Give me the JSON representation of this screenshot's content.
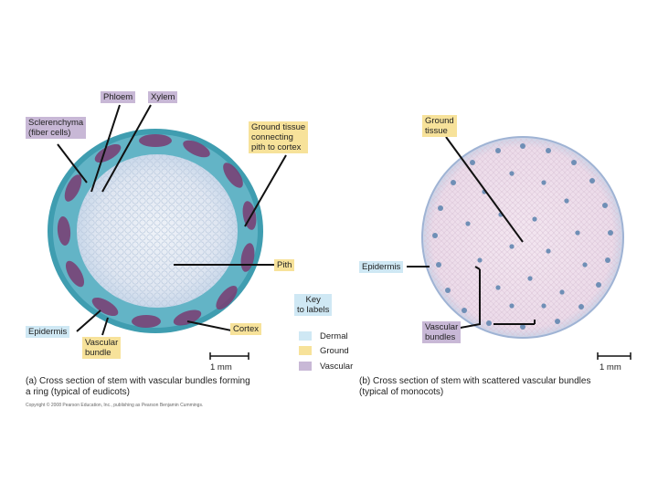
{
  "labels": {
    "phloem": "Phloem",
    "xylem": "Xylem",
    "sclerenchyma": "Sclerenchyma\n(fiber cells)",
    "ground_connect": "Ground tissue\nconnecting\npith to cortex",
    "ground_tissue_b": "Ground\ntissue",
    "pith": "Pith",
    "epidermis_b": "Epidermis",
    "epidermis_a": "Epidermis",
    "vascular_bundle": "Vascular\nbundle",
    "cortex": "Cortex",
    "vascular_bundles_b": "Vascular\nbundles"
  },
  "key": {
    "title": "Key\nto labels",
    "dermal": "Dermal",
    "ground": "Ground",
    "vascular": "Vascular"
  },
  "scale": {
    "a": "1 mm",
    "b": "1 mm"
  },
  "captions": {
    "a": "(a) Cross section of stem with vascular bundles forming\n    a ring (typical of eudicots)",
    "b": "(b) Cross section of stem with scattered vascular bundles\n    (typical of monocots)"
  },
  "copyright": "Copyright © 2008 Pearson Education, Inc., publishing as Pearson Benjamin Cummings.",
  "colors": {
    "dermal": "#cfe8f4",
    "ground": "#f7e29a",
    "vascular": "#c8b8d6"
  }
}
